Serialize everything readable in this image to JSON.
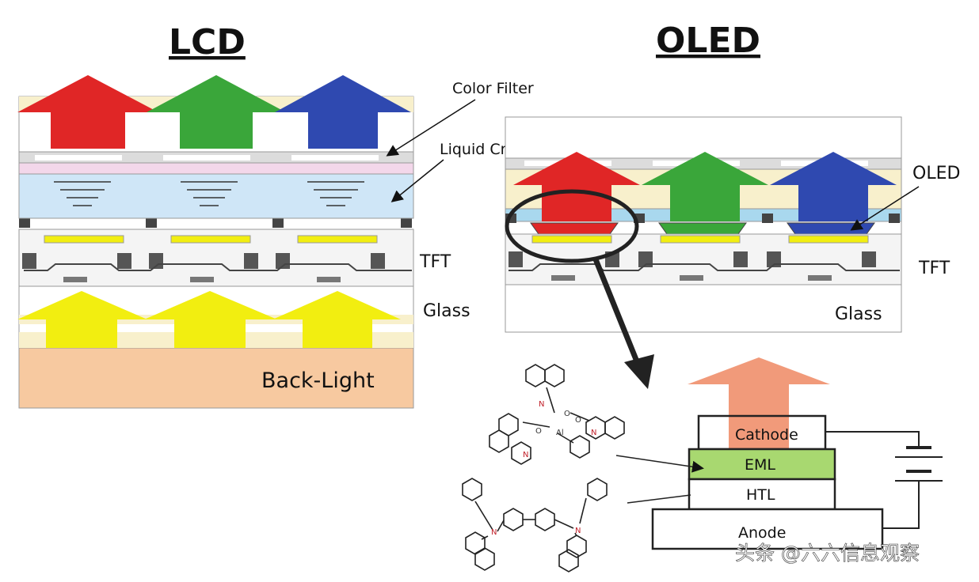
{
  "lcd": {
    "title": "LCD",
    "labels": {
      "color_filter": "Color Filter",
      "liquid_crystal": "Liquid Crystal",
      "tft": "TFT",
      "glass": "Glass",
      "backlight": "Back-Light"
    }
  },
  "oled": {
    "title": "OLED",
    "labels": {
      "oled": "OLED",
      "tft": "TFT",
      "glass": "Glass"
    }
  },
  "stack": {
    "cathode": "Cathode",
    "eml": "EML",
    "htl": "HTL",
    "anode": "Anode"
  },
  "molecule": {
    "n": "N",
    "o": "O",
    "al": "Al"
  },
  "watermark": "头条 @六六信息观察",
  "colors": {
    "red": "#e02626",
    "green": "#3aa63a",
    "blue": "#2f49b0",
    "yellow": "#f2ee10",
    "backlight": "#f7c9a0",
    "cream": "#f8f0cc",
    "pink": "#f3d7ea",
    "lc_blue": "#cfe6f7",
    "eml_green": "#a8d870",
    "cathode_arrow": "#f19a7a"
  }
}
